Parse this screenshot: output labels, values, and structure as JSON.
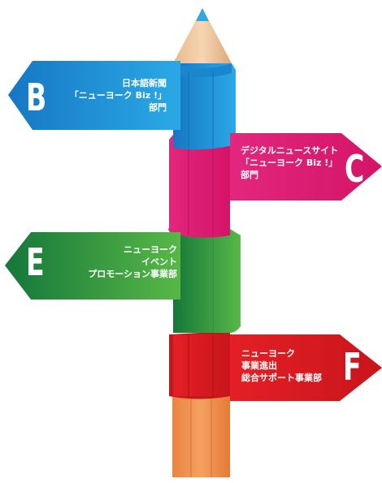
{
  "signs": {
    "b": {
      "letter": "B",
      "lines": [
        "日本語新聞",
        "「ニューヨーク Biz !」",
        "部門"
      ],
      "color": "#1e9bd8"
    },
    "c": {
      "letter": "C",
      "lines": [
        "デジタルニュースサイト",
        "「ニューヨーク Biz !」",
        "部門"
      ],
      "color": "#e2237d"
    },
    "e": {
      "letter": "E",
      "lines": [
        "ニューヨーク",
        "イベント",
        "プロモーション事業部"
      ],
      "color": "#3fa535"
    },
    "f": {
      "letter": "F",
      "lines": [
        "ニューヨーク",
        "事業進出",
        "総合サポート事業部"
      ],
      "color": "#e0191e"
    }
  }
}
